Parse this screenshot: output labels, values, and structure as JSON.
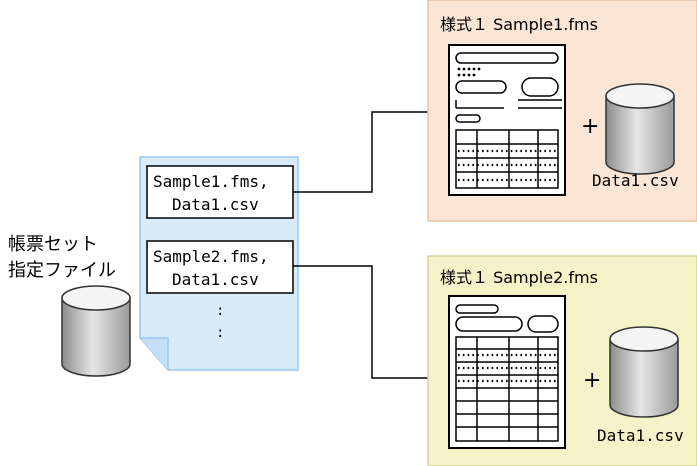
{
  "list_file": {
    "label_line1": "帳票セット",
    "label_line2": "指定ファイル",
    "entries": [
      {
        "line1": "Sample1.fms,",
        "line2": "Data1.csv"
      },
      {
        "line1": "Sample2.fms,",
        "line2": "Data1.csv"
      }
    ],
    "ellipsis1": ":",
    "ellipsis2": ":"
  },
  "forms": [
    {
      "title": "様式１ Sample1.fms",
      "plus": "+",
      "data_label": "Data1.csv"
    },
    {
      "title": "様式１ Sample2.fms",
      "plus": "+",
      "data_label": "Data1.csv"
    }
  ],
  "colors": {
    "form1_bg": "#fbe6d6",
    "form2_bg": "#f3f2c8",
    "listfile_bg": "#d8ebfa",
    "listfile_border": "#9cc7ee"
  }
}
